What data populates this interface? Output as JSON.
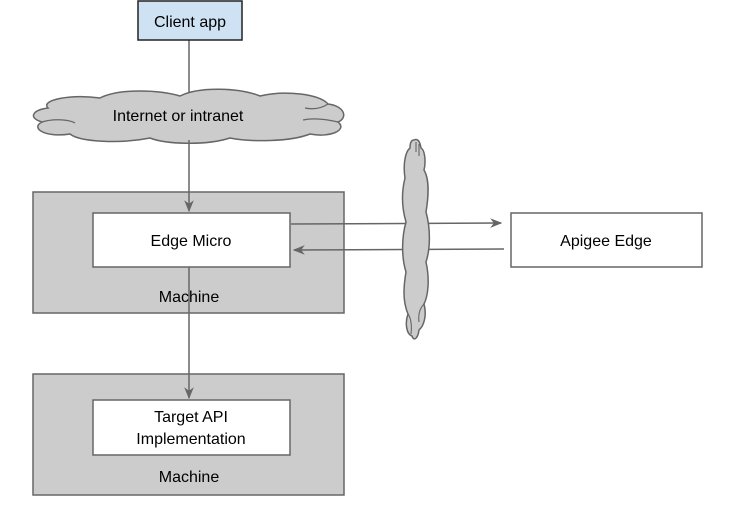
{
  "colors": {
    "client_fill": "#cfe2f3",
    "machine_fill": "#cccccc",
    "cloud_fill": "#cccccc",
    "stroke": "#666666",
    "box_fill": "#ffffff"
  },
  "nodes": {
    "client_app": "Client app",
    "network_cloud": "Internet or intranet",
    "machine_1": {
      "label": "Machine",
      "component": "Edge Micro"
    },
    "apigee_edge": "Apigee Edge",
    "machine_2": {
      "label": "Machine",
      "component_line1": "Target API",
      "component_line2": "Implementation"
    }
  },
  "edges": [
    {
      "from": "Client app",
      "to": "Edge Micro",
      "via": "Internet or intranet"
    },
    {
      "from": "Edge Micro",
      "to": "Apigee Edge"
    },
    {
      "from": "Apigee Edge",
      "to": "Edge Micro"
    },
    {
      "from": "Edge Micro",
      "to": "Target API Implementation"
    }
  ]
}
